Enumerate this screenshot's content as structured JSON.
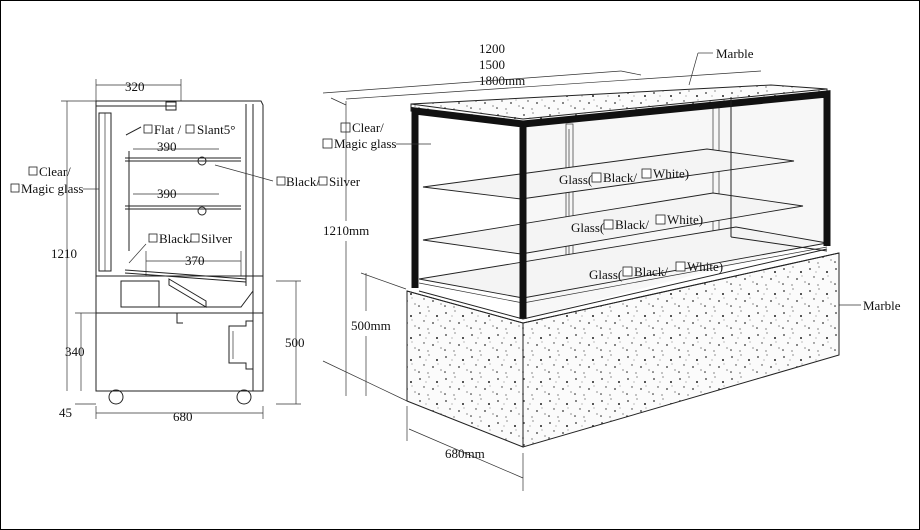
{
  "colors": {
    "line": "#222222",
    "frame": "#111111",
    "background": "#ffffff"
  },
  "side_view": {
    "width_top": "320",
    "shelf_option": "Flat / ",
    "slant_option": "Slant5°",
    "shelf_dim_1": "390",
    "shelf_dim_2": "390",
    "bracket_color_upper": "Black/",
    "bracket_color_upper_2": "Silver",
    "bracket_color_lower": "Black/",
    "bracket_color_lower_2": "Silver",
    "bottom_shelf_dim": "370",
    "glass_clear": "Clear/",
    "glass_magic": "Magic glass",
    "height_total": "1210",
    "height_lower": "340",
    "height_base": "500",
    "wheel_height": "45",
    "depth_bottom": "680"
  },
  "perspective_view": {
    "length_1": "1200",
    "length_2": "1500",
    "length_3": "1800mm",
    "marble_top": "Marble",
    "marble_side": "Marble",
    "glass_clear": "Clear/",
    "glass_magic": "Magic glass",
    "height_total": "1210mm",
    "height_base": "500mm",
    "depth": "680mm",
    "glass_shelf_upper": {
      "prefix": "Glass(",
      "black": "Black/",
      "white": "White)"
    },
    "glass_shelf_middle": {
      "prefix": "Glass(",
      "black": "Black/",
      "white": "White)"
    },
    "glass_shelf_bottom": {
      "prefix": "Glass(",
      "black": "Black/",
      "white": "White)"
    }
  }
}
